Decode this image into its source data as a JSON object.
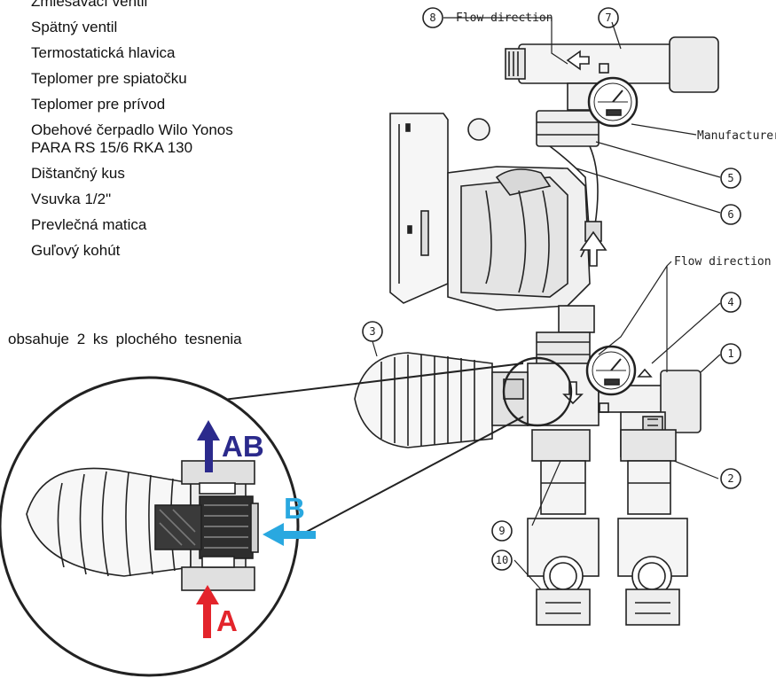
{
  "parts_list": [
    {
      "name": "Zmiešavací ventil"
    },
    {
      "name": "Spätný ventil"
    },
    {
      "name": "Termostatická hlavica"
    },
    {
      "name": "Teplomer pre spiatočku"
    },
    {
      "name": "Teplomer pre prívod"
    },
    {
      "name": "Obehové čerpadlo Wilo Yonos\nPARA RS 15/6 RKA 130"
    },
    {
      "name": "Dištančný kus"
    },
    {
      "name": "Vsuvka 1/2\""
    },
    {
      "name": "Prevlečná matica"
    },
    {
      "name": "Guľový kohút"
    }
  ],
  "note": "obsahuje 2 ks plochého tesnenia",
  "drawing": {
    "flow_direction_top": "Flow direction",
    "flow_direction_mid": "Flow direction",
    "manufacturer": "Manufacturer",
    "callouts": [
      "8",
      "7",
      "5",
      "6",
      "4",
      "3",
      "1",
      "2",
      "9",
      "10"
    ]
  },
  "detail": {
    "port_ab": "AB",
    "port_b": "B",
    "port_a": "A",
    "colors": {
      "ab": "#2b2a8c",
      "b": "#29a8e0",
      "a": "#e3242b"
    }
  }
}
